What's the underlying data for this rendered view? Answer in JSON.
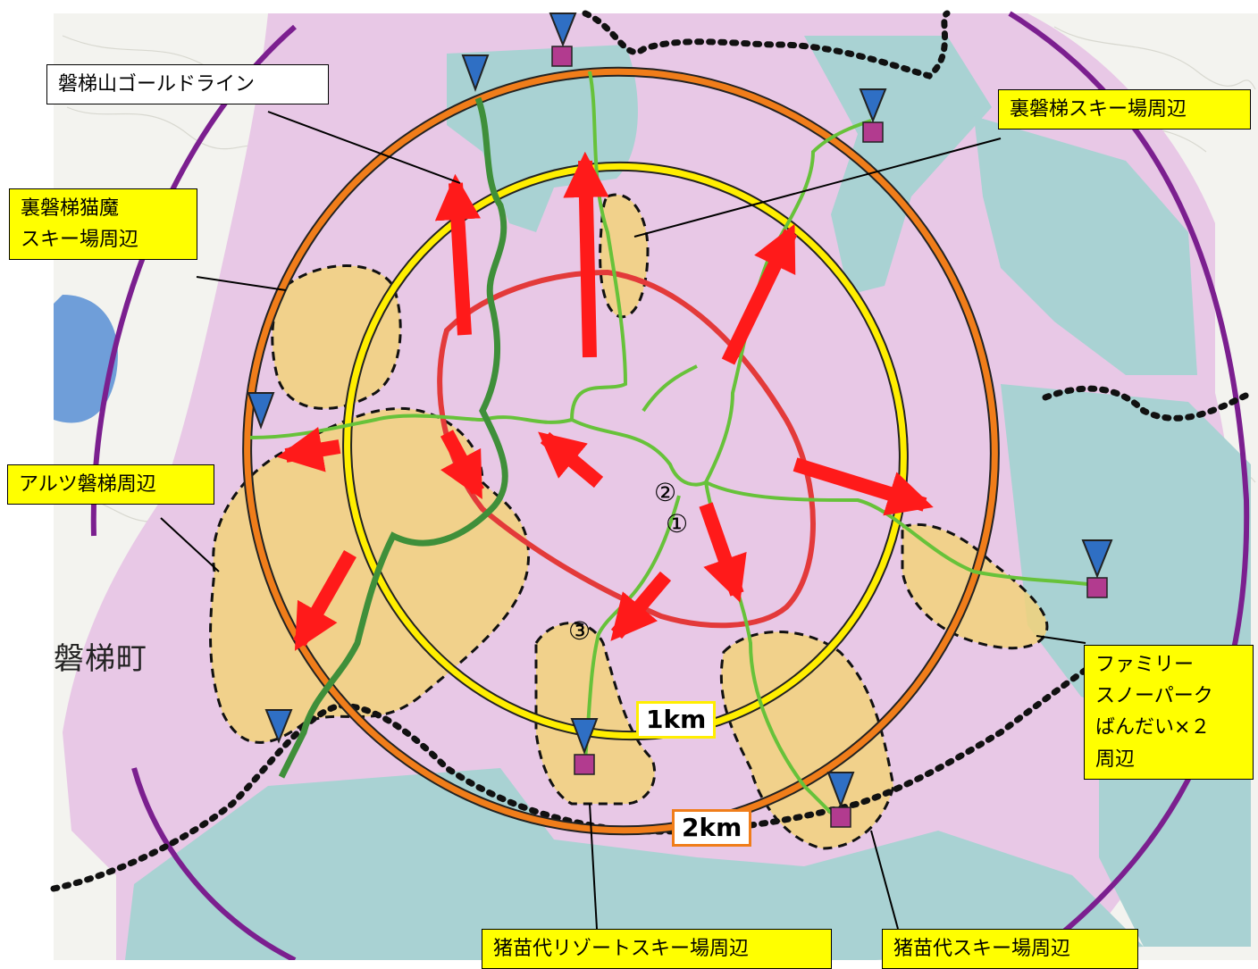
{
  "colors": {
    "land_cover": "#e8c8e6",
    "lowland": "#a9d2d3",
    "crater_zone": "#e33a3a",
    "ring_1km": "#ffee00",
    "ring_2km": "#f07d1a",
    "outer_ring": "#7b1f8f",
    "trail": "#67c23a",
    "gold_line": "#3f8f3a",
    "area_fill": "#f2d27a",
    "arrow": "#ff1a1a",
    "callout_bg": "#ffff00"
  },
  "labels": {
    "gold_line": "磐梯山ゴールドライン",
    "urabandai_ski": "裏磐梯スキー場周辺",
    "nekoma_line1": "裏磐梯猫魔",
    "nekoma_line2": "スキー場周辺",
    "alts": "アルツ磐梯周辺",
    "family_line1": "ファミリー",
    "family_line2": "スノーパーク",
    "family_line3": "ばんだい×２",
    "family_line4": "周辺",
    "inawashiro_resort": "猪苗代リゾートスキー場周辺",
    "inawashiro_ski": "猪苗代スキー場周辺",
    "town": "磐梯町"
  },
  "distance_labels": {
    "ring1": "1km",
    "ring2": "2km"
  },
  "route_markers": [
    "①",
    "②",
    "③"
  ],
  "markers": {
    "icon": "blue-triangle-parking-icon"
  }
}
